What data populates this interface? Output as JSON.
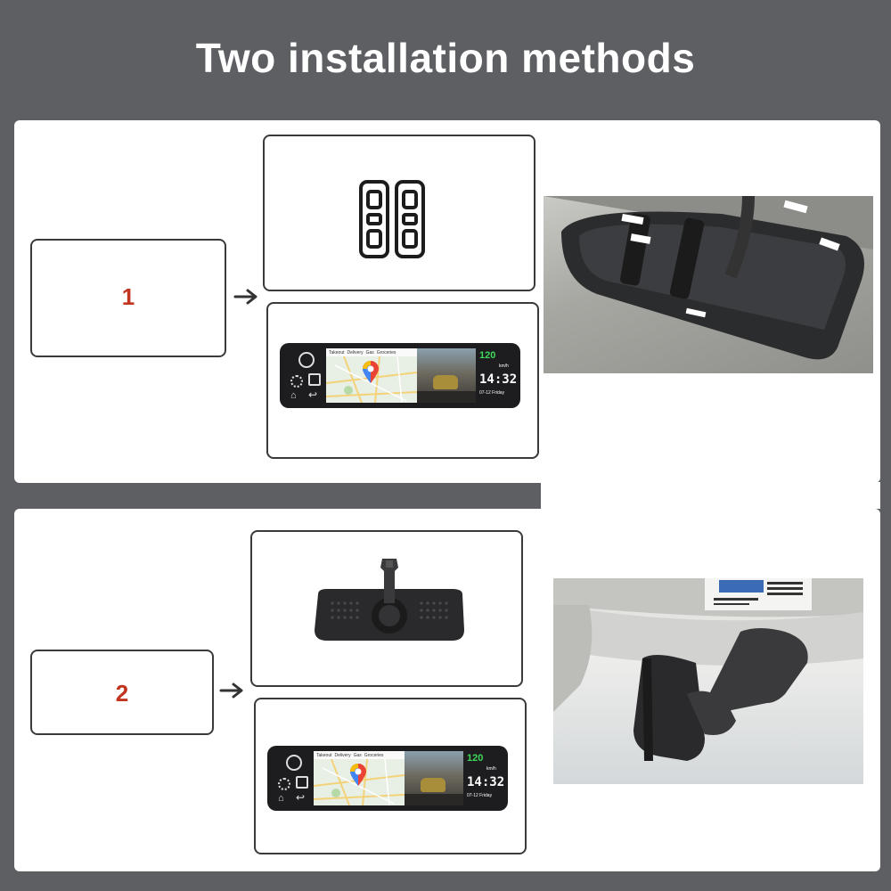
{
  "page": {
    "title": "Two installation methods"
  },
  "method_1": {
    "number": "1",
    "accessory": "rubber-straps",
    "photo": "strap-mounted-mirror"
  },
  "method_2": {
    "number": "2",
    "accessory": "bracket-mount",
    "photo": "bracket-mounted-mirror"
  },
  "mirror_screen": {
    "menu": [
      "Takeout",
      "Delivery",
      "Gas",
      "Groceries"
    ],
    "speed": "120",
    "speed_unit": "km/h",
    "time": "14:32",
    "date": "07-12  Friday"
  },
  "colors": {
    "background": "#5d5f63",
    "number": "#c2341e",
    "border": "#3a3a3a"
  }
}
